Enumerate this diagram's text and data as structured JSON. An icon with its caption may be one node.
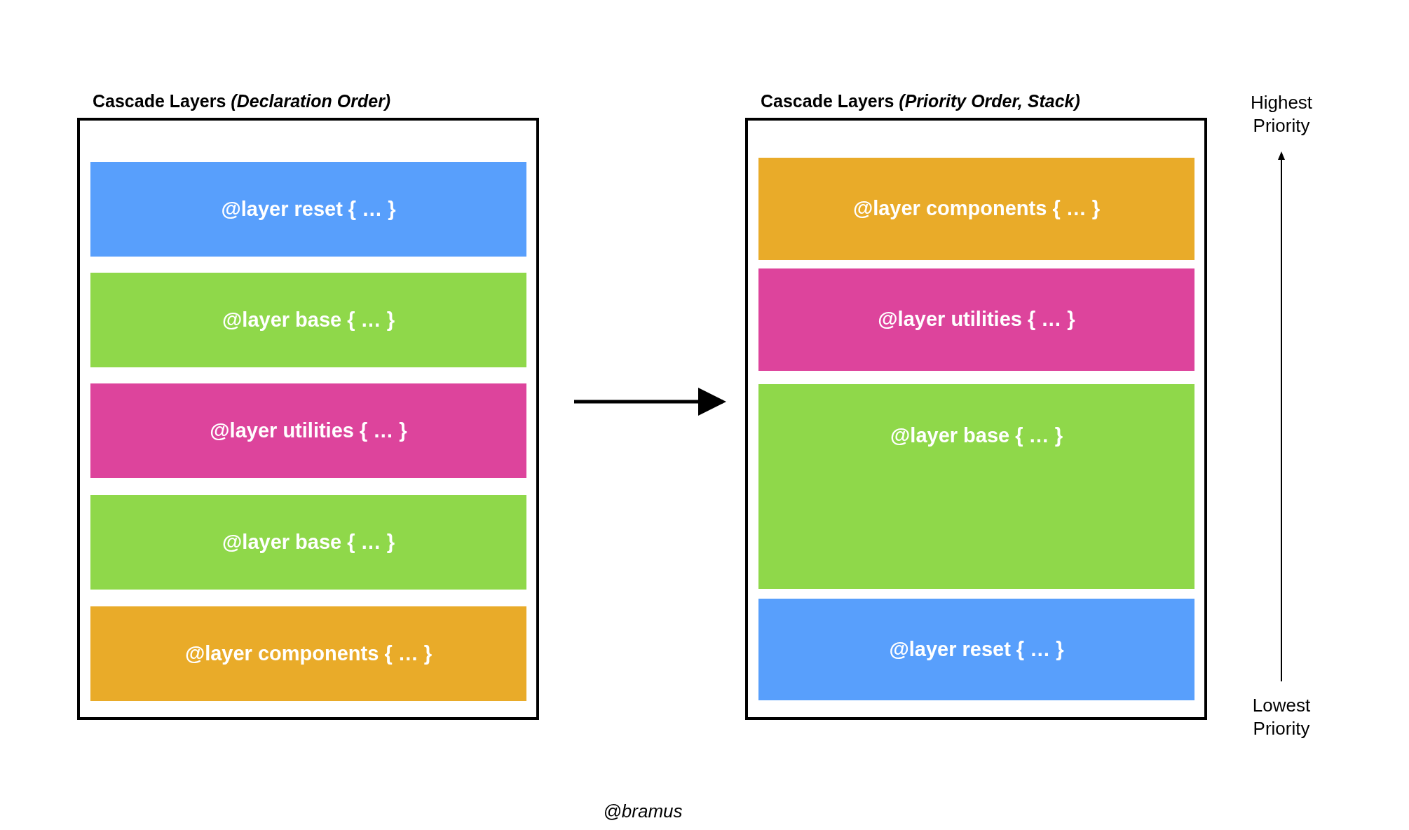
{
  "diagram": {
    "nodes": [
      {
        "text": [
          "Cascade Layers *(Declaration Order)*"
        ]
      },
      {
        "text": [
          "@layer reset { … }"
        ],
        "in": 0
      },
      {
        "text": [
          "@layer base { … }"
        ],
        "in": 0
      },
      {
        "text": [
          "@layer utilities { … }"
        ],
        "in": 0
      },
      {
        "text": [
          "@layer base { … }"
        ],
        "in": 0
      },
      {
        "text": [
          "@layer components { … }"
        ],
        "in": 0
      },
      {
        "text": [
          "Cascade Layers *(Priority Order, Stack)*"
        ]
      },
      {
        "text": [
          "@layer components { … }"
        ],
        "in": 6
      },
      {
        "text": [
          "@layer utilities { … }"
        ],
        "in": 6
      },
      {
        "text": [
          "@layer base { … }"
        ],
        "in": 6
      },
      {
        "text": [
          "@layer reset { … }"
        ],
        "in": 6
      }
    ],
    "edges": [
      {
        "from": 0,
        "to": 6,
        "arrow": "to"
      }
    ],
    "labels": [
      "Highest Priority",
      "Lowest Priority",
      "@bramus"
    ]
  }
}
